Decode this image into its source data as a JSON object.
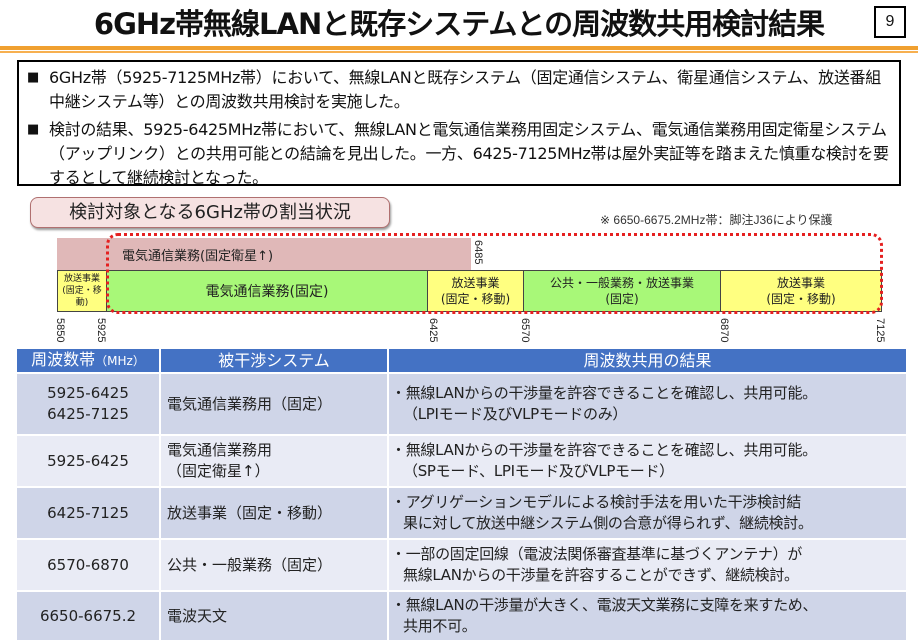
{
  "header": {
    "title": "6GHz帯無線LANと既存システムとの周波数共用検討結果",
    "page_number": "9"
  },
  "summary": {
    "bullet_icon": "square-bullet-icon",
    "bullets": [
      "6GHz帯（5925-7125MHz帯）において、無線LANと既存システム（固定通信システム、衛星通信システム、放送番組中継システム等）との周波数共用検討を実施した。",
      "検討の結果、5925-6425MHz帯において、無線LANと電気通信業務用固定システム、電気通信業務用固定衛星システム（アップリンク）との共用可能との結論を見出した。一方、6425-7125MHz帯は屋外実証等を踏まえた慎重な検討を要するとして継続検討となった。"
    ]
  },
  "allocation": {
    "section_title": "検討対象となる6GHz帯の割当状況",
    "note": "※ 6650-6675.2MHz帯：脚注J36により保護",
    "upper_band": {
      "label": "電気通信業務(固定衛星↑)",
      "end_label": "6485",
      "color": "#e0b8b8"
    },
    "bands": [
      {
        "label": "放送事業",
        "sub": "(固定・移動)",
        "range": "5850-5925",
        "color": "#ffff80"
      },
      {
        "label": "電気通信業務(固定)",
        "sub": "",
        "range": "5925-6425",
        "color": "#a8f878"
      },
      {
        "label": "放送事業",
        "sub": "(固定・移動)",
        "range": "6425-6570",
        "color": "#ffff80"
      },
      {
        "label": "公共・一般業務・放送事業",
        "sub": "(固定)",
        "range": "6570-6870",
        "color": "#a8f878"
      },
      {
        "label": "放送事業",
        "sub": "(固定・移動)",
        "range": "6870-7125",
        "color": "#ffff80"
      }
    ],
    "ticks": [
      "5850",
      "5925",
      "6425",
      "6570",
      "6870",
      "7125"
    ],
    "highlight_color": "#e52020"
  },
  "table": {
    "headers": {
      "band": "周波数帯",
      "band_unit": "（MHz）",
      "system": "被干渉システム",
      "result": "周波数共用の結果"
    },
    "header_color": "#4472c4",
    "rows": [
      {
        "band": [
          "5925-6425",
          "6425-7125"
        ],
        "system": [
          "電気通信業務用（固定）"
        ],
        "result": [
          "・無線LANからの干渉量を許容できることを確認し、共用可能。",
          "（LPIモード及びVLPモードのみ）"
        ]
      },
      {
        "band": [
          "5925-6425"
        ],
        "system": [
          "電気通信業務用",
          "（固定衛星↑）"
        ],
        "result": [
          "・無線LANからの干渉量を許容できることを確認し、共用可能。",
          "（SPモード、LPIモード及びVLPモード）"
        ]
      },
      {
        "band": [
          "6425-7125"
        ],
        "system": [
          "放送事業（固定・移動）"
        ],
        "result": [
          "・アグリゲーションモデルによる検討手法を用いた干渉検討結",
          "果に対して放送中継システム側の合意が得られず、継続検討。"
        ]
      },
      {
        "band": [
          "6570-6870"
        ],
        "system": [
          "公共・一般業務（固定）"
        ],
        "result": [
          "・一部の固定回線（電波法関係審査基準に基づくアンテナ）が",
          "無線LANからの干渉量を許容することができず、継続検討。"
        ]
      },
      {
        "band": [
          "6650-6675.2"
        ],
        "system": [
          "電波天文"
        ],
        "result": [
          "・無線LANの干渉量が大きく、電波天文業務に支障を来すため、",
          "共用不可。"
        ]
      }
    ]
  }
}
